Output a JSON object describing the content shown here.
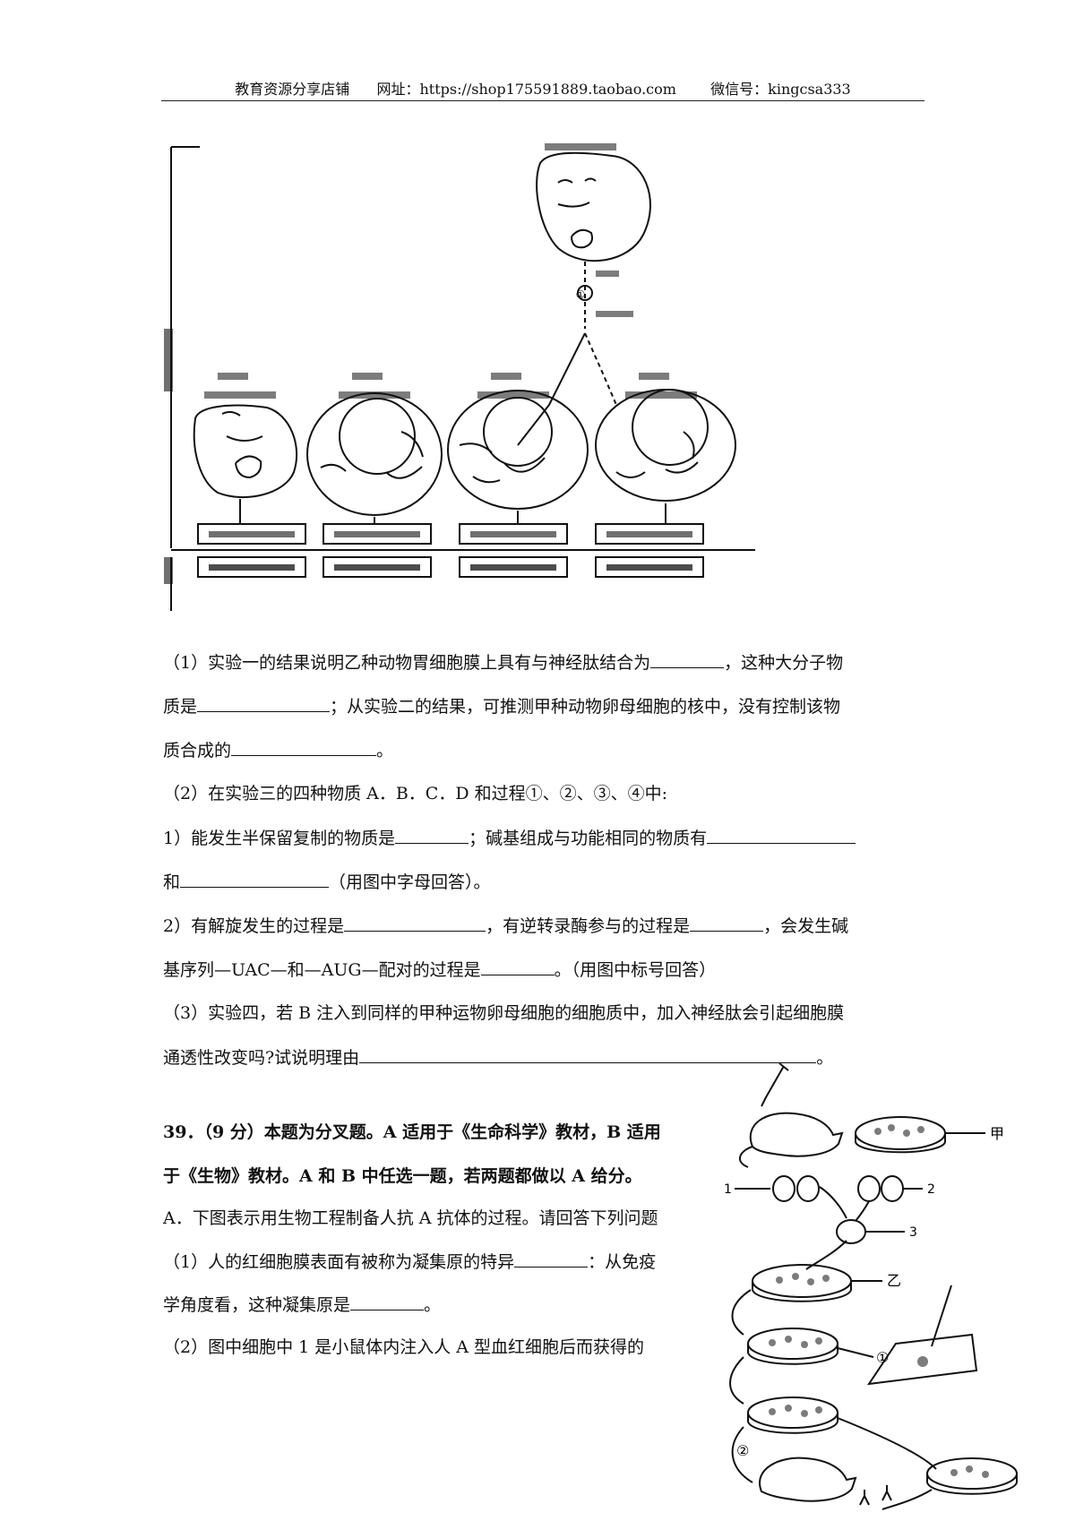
{
  "header": {
    "shop": "教育资源分享店铺",
    "url": "网址：https://shop175591889.taobao.com",
    "wechat": "微信号：kingcsa333"
  },
  "figure1": {
    "circle_label": "①"
  },
  "q38": {
    "p1": {
      "a": "（1）实验一的结果说明乙种动物胃细胞膜上具有与神经肽结合为",
      "b": "，这种大分子物",
      "c": "质是",
      "d": "；从实验二的结果，可推测甲种动物卵母细胞的核中，没有控制该物",
      "e": "质合成的",
      "f": "。"
    },
    "p2": "（2）在实验三的四种物质 A．B．C．D 和过程①、②、③、④中:",
    "p2_1": {
      "a": "1）能发生半保留复制的物质是",
      "b": "；碱基组成与功能相同的物质有",
      "c": "和",
      "d": "（用图中字母回答）。"
    },
    "p2_2": {
      "a": "2）有解旋发生的过程是",
      "b": "，有逆转录酶参与的过程是",
      "c": "，会发生碱",
      "d": "基序列—UAC—和—AUG—配对的过程是",
      "e": "。（用图中标号回答）"
    },
    "p3": {
      "a": "（3）实验四，若 B 注入到同样的甲种运物卵母细胞的细胞质中，加入神经肽会引起细胞膜",
      "b": "通透性改变吗?试说明理由",
      "c": "。"
    }
  },
  "q39": {
    "line1": "39．（9 分）本题为分叉题。A 适用于《生命科学》教材，B 适用",
    "line2": "于《生物》教材。A 和 B 中任选一题，若两题都做以 A 给分。",
    "line3": "A．下图表示用生物工程制备人抗 A 抗体的过程。请回答下列问题",
    "p1": {
      "a": "（1）人的红细胞膜表面有被称为凝集原的特异",
      "b": "：从免疫",
      "c": "学角度看，这种凝集原是",
      "d": "。"
    },
    "p2": "（2）图中细胞中 1 是小鼠体内注入人 A 型血红细胞后而获得的"
  },
  "figure2": {
    "label_jia": "甲",
    "label_yi": "乙",
    "label_1": "1",
    "label_2": "2",
    "label_3": "3",
    "step_1": "①",
    "step_2": "②"
  }
}
